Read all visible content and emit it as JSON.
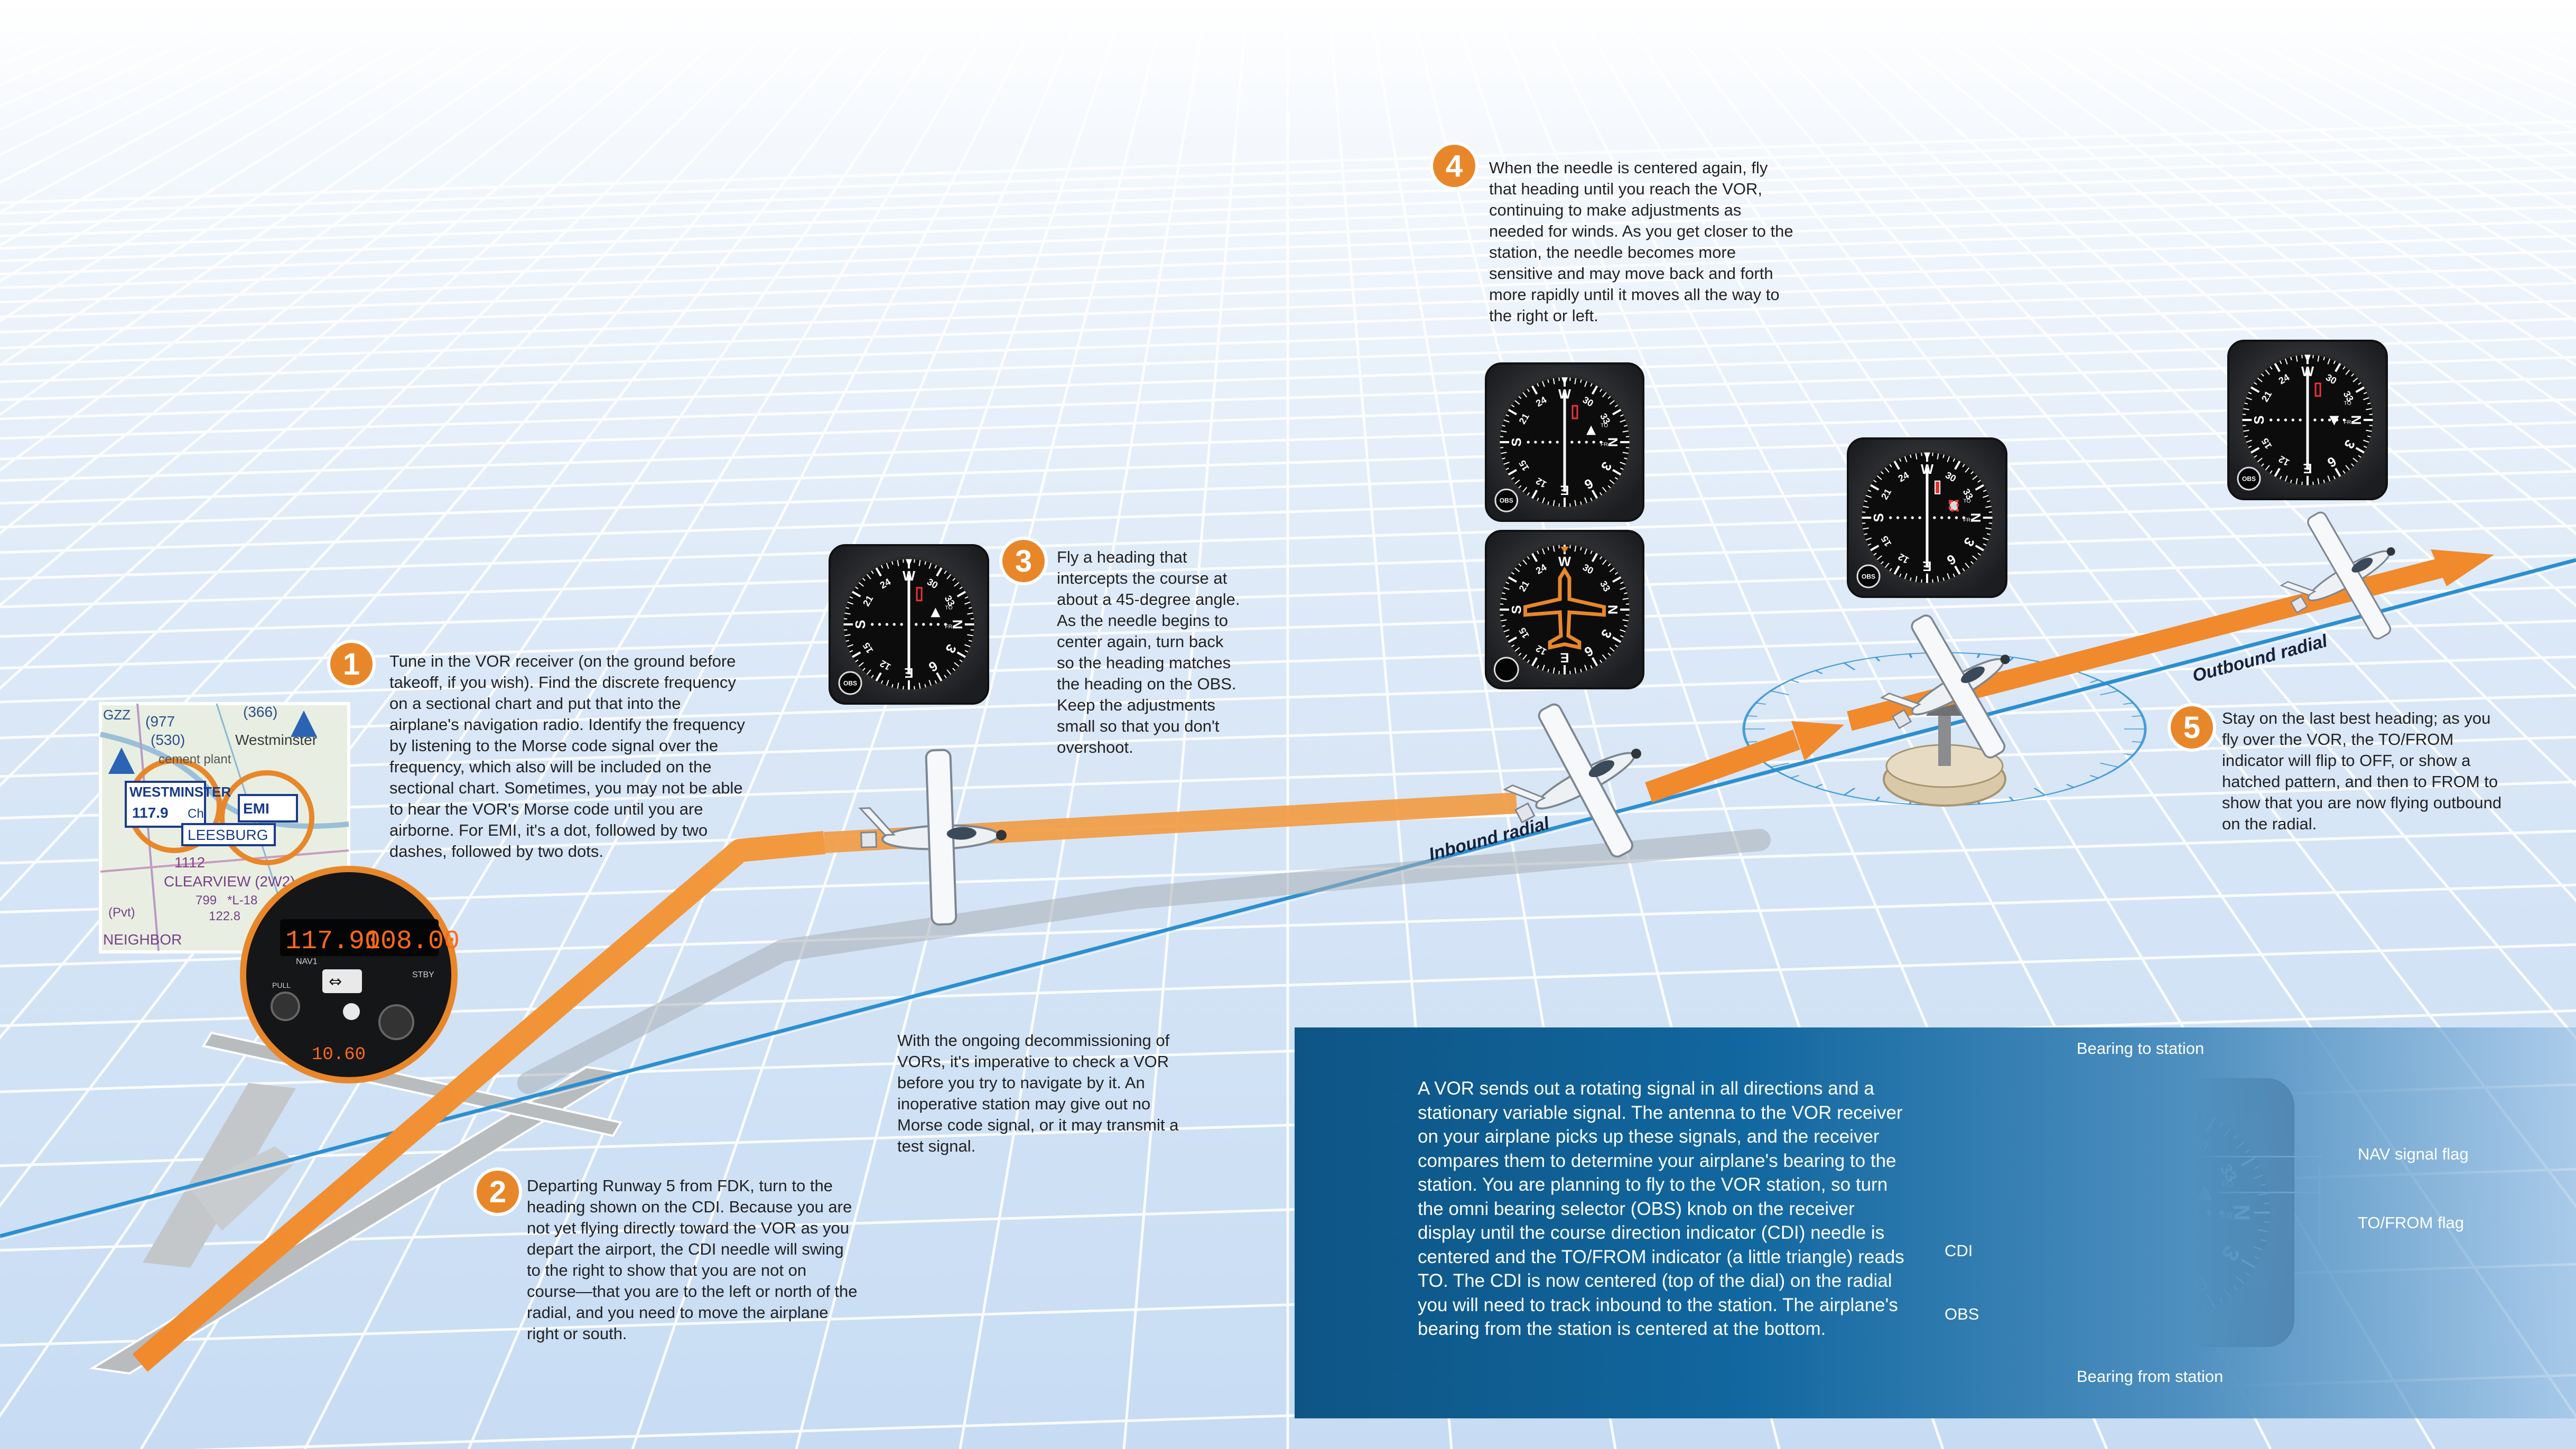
{
  "steps": [
    {
      "number": "1",
      "text": "Tune in the VOR receiver (on the ground before takeoff, if you wish). Find the discrete frequency on a sectional chart and put that into the airplane's navigation radio. Identify the frequency by listening to the Morse code signal over the frequency, which also will be included on the sectional chart. Sometimes, you may not be able to hear the VOR's Morse code until you are airborne. For EMI, it's a dot, followed by two dashes, followed by two dots."
    },
    {
      "number": "2",
      "text": "Departing Runway 5 from FDK, turn to the heading shown on the CDI. Because you are not yet flying directly toward the VOR as you depart the airport, the CDI needle will swing to the right to show that you are not on course—that you are to the left or north of the radial, and you need to move the airplane right or south."
    },
    {
      "number": "3",
      "text": "Fly a heading that intercepts the course at about a 45-degree angle. As the needle begins to center again, turn back so the heading matches the heading on the OBS. Keep the adjustments small so that you don't overshoot."
    },
    {
      "number": "4",
      "text": "When the needle is centered again, fly that heading until you reach the VOR, continuing to make adjustments as needed for winds. As you get closer to the station, the needle becomes more sensitive and may move back and forth more rapidly until it moves all the way to the right or left."
    },
    {
      "number": "5",
      "text": "Stay on the last best heading; as you fly over the VOR, the TO/FROM indicator will flip to OFF, or show a hatched pattern, and then to FROM to show that you are now flying outbound on the radial."
    }
  ],
  "note": "With the ongoing decommissioning of VORs, it's imperative to check a VOR before you try to navigate by it. An inoperative station may give out no Morse code signal, or it may transmit a test signal.",
  "radials": {
    "inbound": "Inbound radial",
    "outbound": "Outbound radial"
  },
  "chart": {
    "labels": [
      "GZZ",
      "(977",
      "(530)",
      "(366)",
      "cement plant",
      "Westminster",
      "WESTMINSTER",
      "117.9",
      "Ch",
      "EMI",
      "LEESBURG",
      "1112",
      "CLEARVIEW (2W2)",
      "799",
      "*L-18",
      "122.8",
      "(Pvt)",
      "NEIGHBOR"
    ]
  },
  "radio": {
    "active_freq": "117.90",
    "standby_freq": "108.00",
    "nav_label": "NAV1",
    "stby_label": "STBY",
    "pull_label": "PULL",
    "lower_freq": "10.60"
  },
  "runway": {
    "number": "5"
  },
  "instrument": {
    "obs_label": "OBS",
    "to_label": "TO",
    "fr_label": "FR",
    "dial_labels": [
      "W",
      "30",
      "33",
      "N",
      "3",
      "6",
      "E",
      "12",
      "15",
      "S",
      "21",
      "24"
    ]
  },
  "info_panel": {
    "text": "A VOR sends out a rotating signal in all directions and a stationary variable signal. The antenna to the VOR receiver on your airplane picks up these signals, and the receiver compares them to determine your airplane's bearing to the station. You are planning to fly to the VOR station, so turn the omni bearing selector (OBS) knob on the receiver display until the course direction indicator (CDI) needle is centered and the TO/FROM indicator (a little triangle) reads TO. The CDI is now centered (top of the dial) on the radial you will need to track inbound to the station. The airplane's bearing from the station is centered at the bottom.",
    "labels": {
      "bearing_to": "Bearing to station",
      "bearing_from": "Bearing from station",
      "nav_flag": "NAV signal flag",
      "tofrom_flag": "TO/FROM flag",
      "cdi": "CDI",
      "obs": "OBS"
    }
  },
  "colors": {
    "accent": "#e8872a",
    "radial": "#2b8fd0",
    "panel": "#0e5585",
    "grid": "#ffffff"
  }
}
